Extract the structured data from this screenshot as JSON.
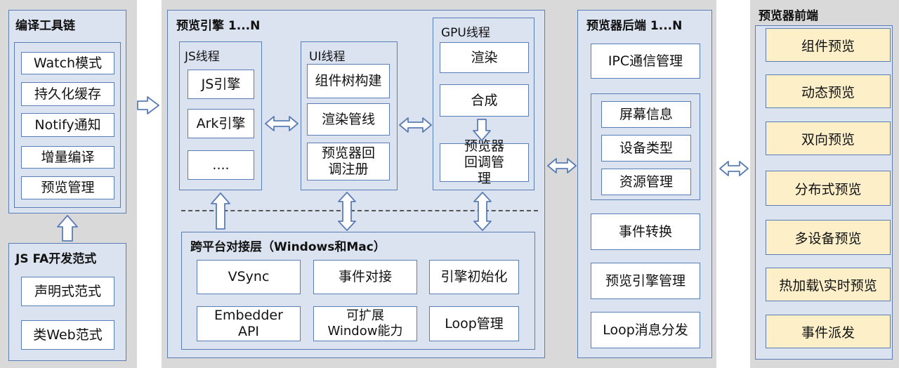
{
  "toolchain": {
    "title": "编译工具链",
    "items": [
      "Watch模式",
      "持久化缓存",
      "Notify通知",
      "增量编译",
      "预览管理"
    ]
  },
  "jsfa": {
    "title": "JS FA开发范式",
    "items": [
      "声明式范式",
      "类Web范式"
    ]
  },
  "engine": {
    "title": "预览引擎 1...N",
    "js_thread": {
      "title": "JS线程",
      "items": [
        "JS引擎",
        "Ark引擎",
        "...."
      ]
    },
    "ui_thread": {
      "title": "UI线程",
      "items": [
        "组件树构建",
        "渲染管线",
        "预览器回调注册"
      ]
    },
    "gpu_thread": {
      "title": "GPU线程",
      "items": [
        "渲染",
        "合成",
        "预览器回调管理"
      ]
    },
    "cross_platform": {
      "title": "跨平台对接层（Windows和Mac）",
      "items": [
        "VSync",
        "事件对接",
        "引擎初始化",
        "Embedder API",
        "可扩展Window能力",
        "Loop管理"
      ]
    }
  },
  "backend": {
    "title": "预览器后端 1...N",
    "ipc": "IPC通信管理",
    "group": [
      "屏幕信息",
      "设备类型",
      "资源管理"
    ],
    "items": [
      "事件转换",
      "预览引擎管理",
      "Loop消息分发"
    ]
  },
  "frontend": {
    "title": "预览器前端",
    "items": [
      "组件预览",
      "动态预览",
      "双向预览",
      "分布式预览",
      "多设备预览",
      "热加载\\实时预览",
      "事件派发"
    ]
  },
  "colors": {
    "panel": "#dbe3f0",
    "border": "#5b7db6",
    "frontend_box": "#fdf0c9",
    "column_bg": "#d9d9d9"
  }
}
